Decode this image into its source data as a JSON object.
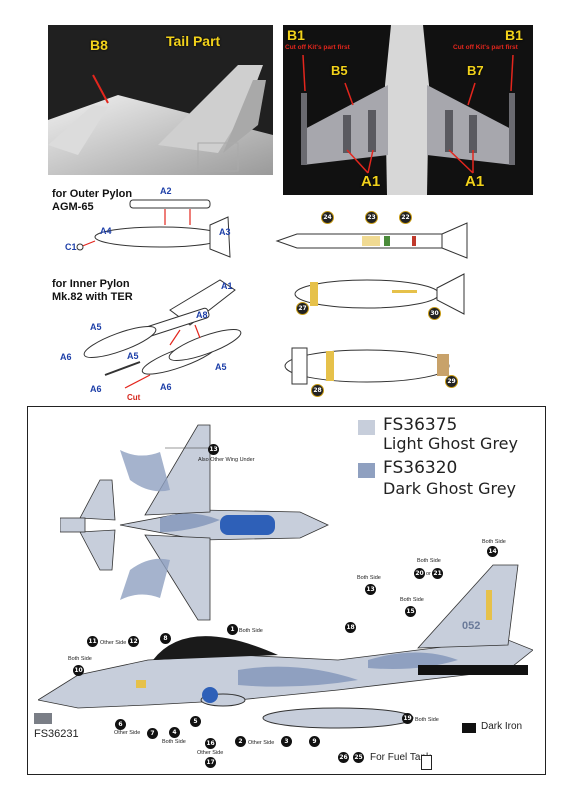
{
  "photo_left": {
    "labels": {
      "b8": "B8",
      "tail_part": "Tail Part"
    }
  },
  "photo_right": {
    "labels": {
      "b1_left": "B1",
      "b1_right": "B1",
      "b5": "B5",
      "b7": "B7",
      "a1_left": "A1",
      "a1_right": "A1",
      "cut_note_left": "Cut off Kit's part first",
      "cut_note_right": "Cut off Kit's part first"
    }
  },
  "outer_pylon": {
    "heading_line1": "for Outer Pylon",
    "heading_line2": "AGM-65",
    "parts": {
      "a2": "A2",
      "a3": "A3",
      "a4": "A4",
      "c1": "C1"
    }
  },
  "inner_pylon": {
    "heading_line1": "for Inner Pylon",
    "heading_line2": "Mk.82 with TER",
    "parts": {
      "a1": "A1",
      "a8": "A8",
      "a5_a": "A5",
      "a5_b": "A5",
      "a5_c": "A5",
      "a6_a": "A6",
      "a6_b": "A6",
      "a6_c": "A6",
      "cut": "Cut"
    }
  },
  "stores_decals": {
    "missile": [
      "24",
      "23",
      "22"
    ],
    "bomb": [
      "27",
      "30"
    ],
    "fuel_tank": [
      "28",
      "29"
    ]
  },
  "legend": [
    {
      "code": "FS36375",
      "name": "Light Ghost Grey",
      "color": "#c7cedb"
    },
    {
      "code": "FS36320",
      "name": "Dark Ghost Grey",
      "color": "#8fa0c0"
    }
  ],
  "extra_swatches": {
    "fs36231": {
      "code": "FS36231",
      "color": "#7a7e86"
    },
    "dark_iron": {
      "label": "Dark Iron",
      "color": "#111111"
    }
  },
  "plan_view": {
    "callout": "13",
    "note": "Also Other Wing Under"
  },
  "side_view": {
    "callouts": {
      "c1": "1",
      "c1_note": "Both Side",
      "c14": "14",
      "c14_note": "Both Side",
      "c20": "20",
      "c20_or": "or",
      "c21": "21",
      "c20_note": "Both Side",
      "c13": "13",
      "c13_note": "Both Side",
      "c15": "15",
      "c15_note": "Both Side",
      "c18": "18",
      "c8": "8",
      "c11": "11",
      "c11_note": "Other Side",
      "c12": "12",
      "c10": "10",
      "c10_note": "Both Side",
      "c6": "6",
      "c6_note": "Other Side",
      "c7": "7",
      "c4": "4",
      "c4_note": "Both Side",
      "c5": "5",
      "c16": "16",
      "c16_note": "Other Side",
      "c17": "17",
      "c2": "2",
      "c2_note": "Other Side",
      "c3": "3",
      "c9": "9",
      "c19": "19",
      "c19_note": "Both Side",
      "c26": "26",
      "c25": "25",
      "fuel_note": "For Fuel Tank",
      "tail_number": "052"
    }
  }
}
